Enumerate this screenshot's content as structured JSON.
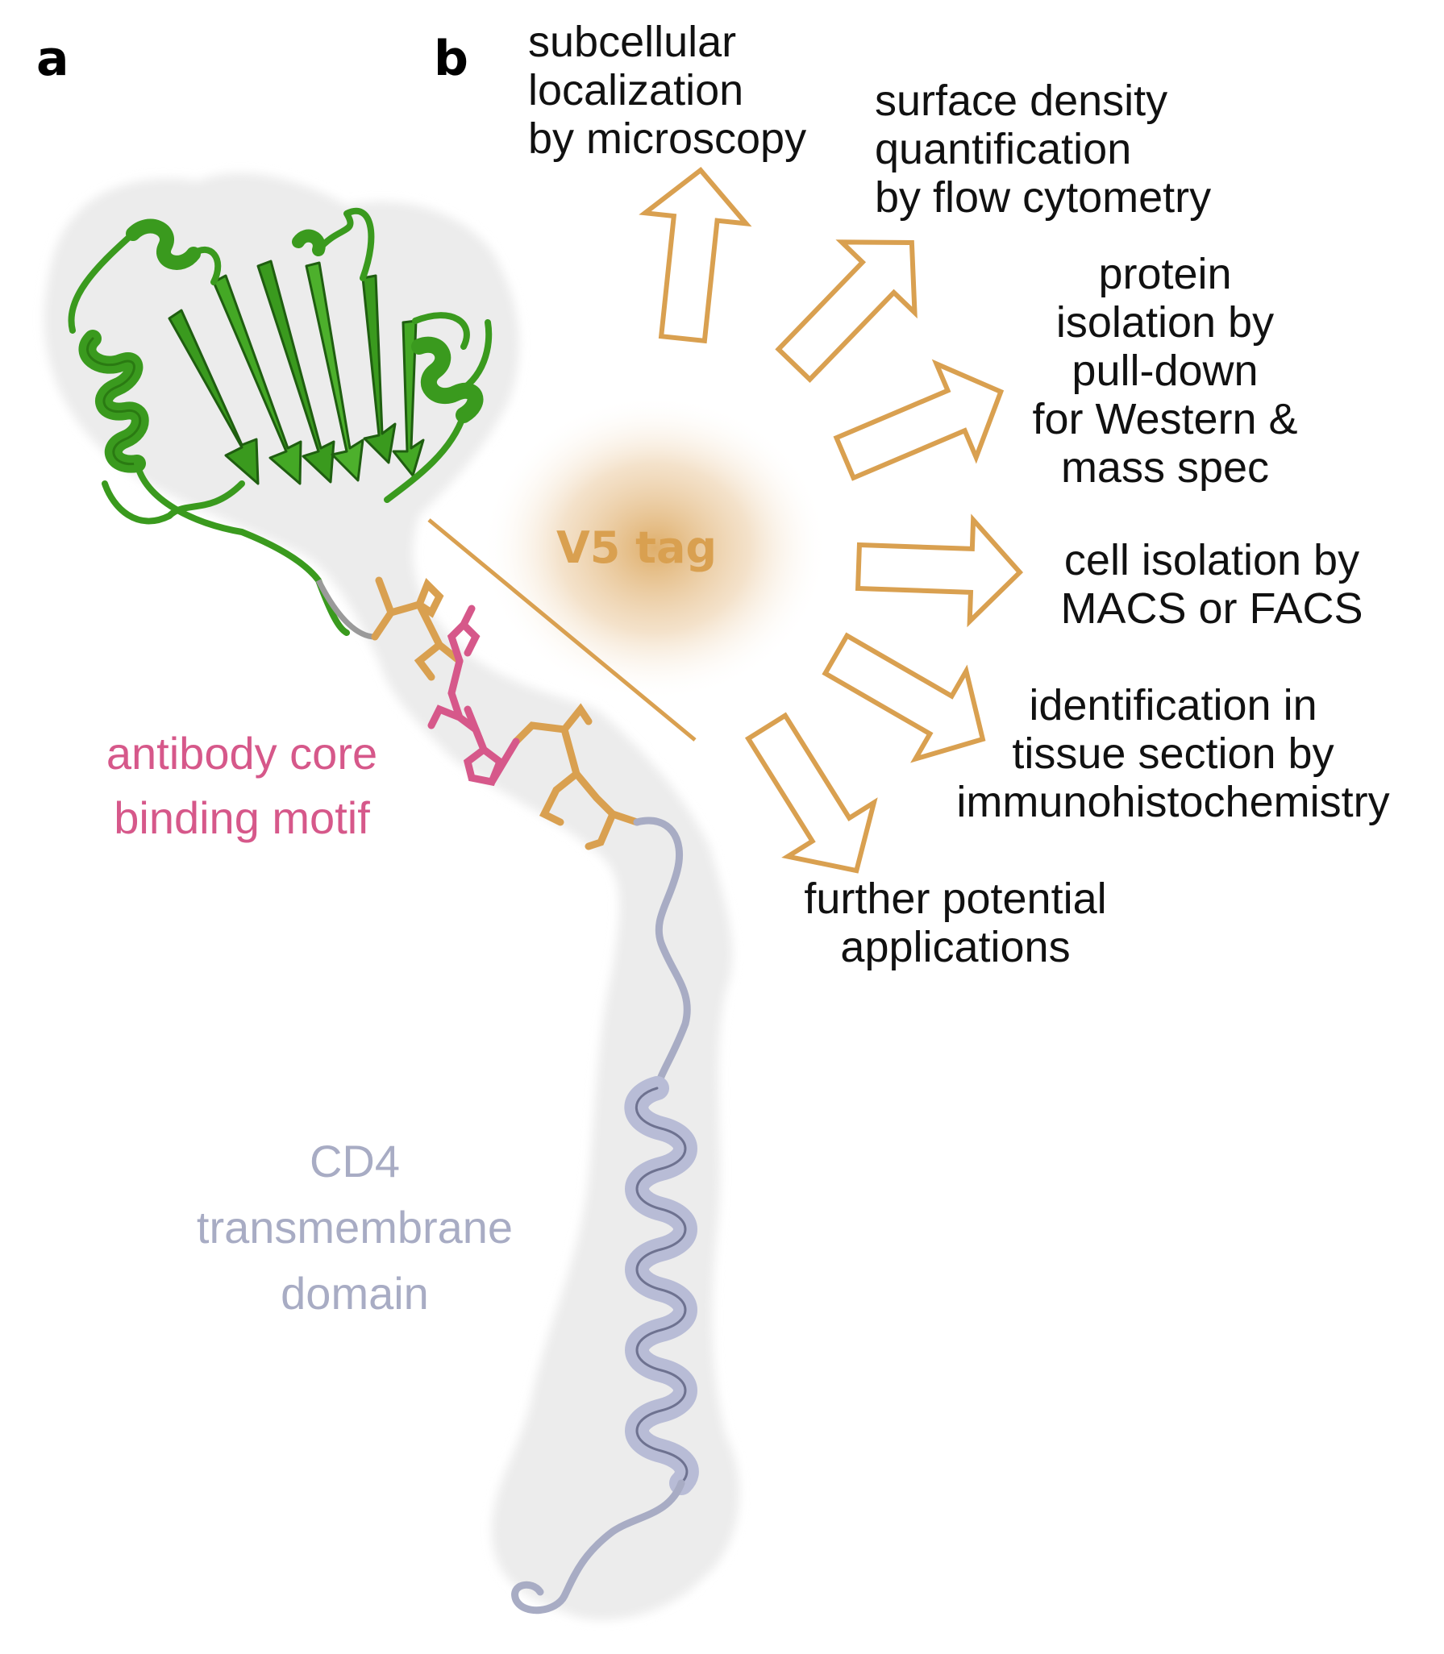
{
  "panels": {
    "a": "a",
    "b": "b"
  },
  "center_label": "V5 tag",
  "applications": [
    {
      "lines": [
        "subcellular",
        "localization",
        "by microscopy"
      ]
    },
    {
      "lines": [
        "surface density",
        "quantification",
        "by flow cytometry"
      ]
    },
    {
      "lines": [
        "protein",
        "isolation by",
        "pull-down",
        "for Western &",
        "mass spec"
      ]
    },
    {
      "lines": [
        "cell isolation by",
        "MACS or FACS"
      ]
    },
    {
      "lines": [
        "identification in",
        "tissue section by",
        "immunohistochemistry"
      ]
    },
    {
      "lines": [
        "further potential",
        "applications"
      ]
    }
  ],
  "structure_labels": {
    "motif": [
      "antibody core",
      "binding motif"
    ],
    "tm": [
      "CD4",
      "transmembrane",
      "domain"
    ]
  },
  "colors": {
    "accent": "#D9A050",
    "domain": "#3A9A1E",
    "motif": "#D6588A",
    "tm": "#A8ACC4",
    "text": "#111111"
  }
}
